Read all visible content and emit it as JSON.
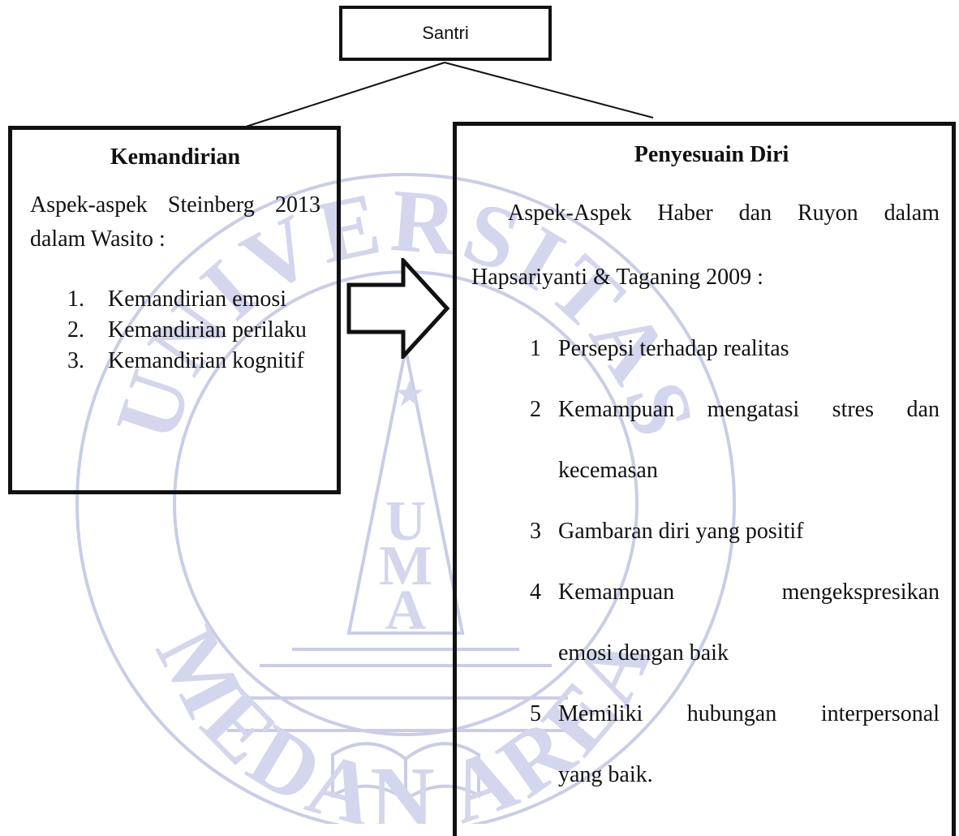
{
  "top_node": {
    "label": "Santri"
  },
  "left_box": {
    "title": "Kemandirian",
    "intro": "Aspek-aspek Steinberg 2013 dalam Wasito :",
    "items": [
      {
        "num": "1.",
        "text": "Kemandirian emosi"
      },
      {
        "num": "2.",
        "text": "Kemandirian perilaku"
      },
      {
        "num": "3.",
        "text": "Kemandirian kognitif"
      }
    ]
  },
  "right_box": {
    "title": "Penyesuain Diri",
    "intro_line1": "Aspek-Aspek  Haber dan Ruyon dalam",
    "intro_line2": "Hapsariyanti & Taganing 2009 :",
    "items": [
      {
        "num": "1",
        "line1": "Persepsi terhadap realitas",
        "line2": ""
      },
      {
        "num": "2",
        "line1": "Kemampuan mengatasi stres dan",
        "line2": "kecemasan"
      },
      {
        "num": "3",
        "line1": "Gambaran diri yang positif",
        "line2": ""
      },
      {
        "num": "4",
        "line1": "Kemampuan mengekspresikan",
        "line2": "emosi dengan baik"
      },
      {
        "num": "5",
        "line1": "Memiliki hubungan interpersonal",
        "line2": "yang baik."
      }
    ]
  },
  "watermark": {
    "top_text": "UNIVERSITAS",
    "bottom_text": "MEDAN AREA",
    "emblem_letters": [
      "U",
      "M",
      "A"
    ],
    "color": "#c9cde6"
  },
  "colors": {
    "border": "#111111",
    "text": "#111111",
    "background": "#ffffff"
  }
}
